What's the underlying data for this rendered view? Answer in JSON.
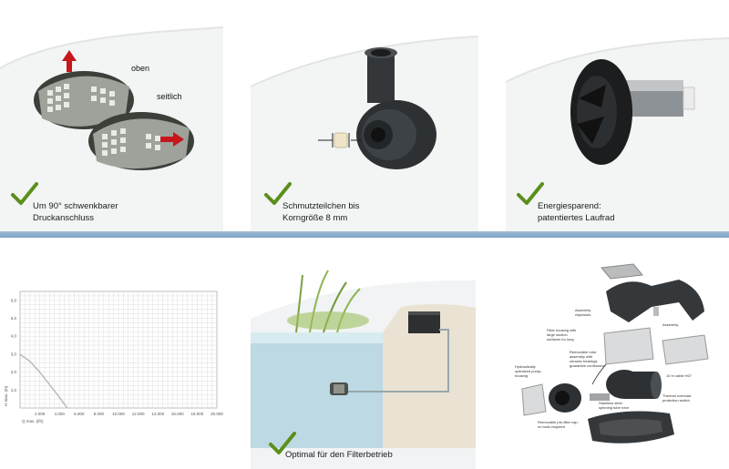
{
  "top": {
    "panel1": {
      "label_top": "oben",
      "label_side": "seitlich",
      "caption_line1": "Um 90° schwenkbarer",
      "caption_line2": "Druckanschluss"
    },
    "panel2": {
      "caption_line1": "Schmutzteilchen bis",
      "caption_line2": "Korngröße 8 mm"
    },
    "panel3": {
      "caption_line1": "Energiesparend:",
      "caption_line2": "patentiertes Laufrad"
    }
  },
  "bottom": {
    "panel5": {
      "caption": "Optimal für den Filterbetrieb"
    },
    "panel6": {
      "labels": {
        "assembly_clips": "Assembly clips/slots",
        "assembly": "Assembly",
        "filter_housing": "Filter housing with large suction surfaces for long",
        "removable_rotor": "Removable rotor assembly with ceramic bearings guarantee continuous",
        "hydraulic": "Hydraulically optimized pump-housing",
        "cable": "10 m cable H07",
        "thermal": "Thermal overload protection switch",
        "stainless": "Stainless steel spinning tube rotor",
        "prefilter": "Removable pre-filter cap, no tools required"
      }
    }
  },
  "chart_data": {
    "type": "line",
    "title": "",
    "xlabel": "Q max. (l/h)",
    "ylabel": "H max. (m)",
    "x_ticks": [
      "2.000",
      "4.000",
      "6.000",
      "8.000",
      "10.000",
      "12.000",
      "14.000",
      "16.000",
      "18.000",
      "20.000"
    ],
    "y_ticks": [
      "1,0",
      "2,0",
      "3,0",
      "4,0",
      "5,0",
      "6,0"
    ],
    "xlim": [
      0,
      20000
    ],
    "ylim": [
      0,
      6.5
    ],
    "grid": true,
    "series": [
      {
        "x": [
          0,
          1000,
          2000,
          3000,
          4000,
          4800
        ],
        "y": [
          3.0,
          2.6,
          2.0,
          1.3,
          0.6,
          0
        ]
      }
    ],
    "colors": {
      "line": "#b7b7b7",
      "grid": "#dedede"
    }
  }
}
